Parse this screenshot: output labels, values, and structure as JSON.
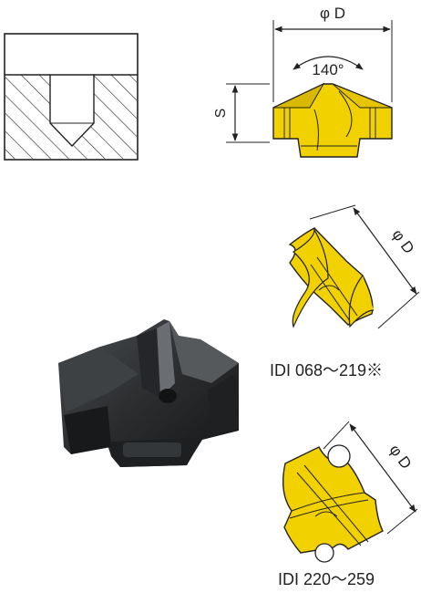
{
  "side_view": {
    "diameter_label": "φ D",
    "angle_label": "140°",
    "depth_label": "S"
  },
  "top_view_1": {
    "diameter_label": "φ D",
    "caption": "IDI 068～219※"
  },
  "top_view_2": {
    "diameter_label": "φ D",
    "caption": "IDI 220～259"
  },
  "colors": {
    "insert_yellow": "#f2d100",
    "insert_dark_yellow": "#b99a00",
    "outline": "#222222",
    "tool_black": "#2a2c2e"
  }
}
